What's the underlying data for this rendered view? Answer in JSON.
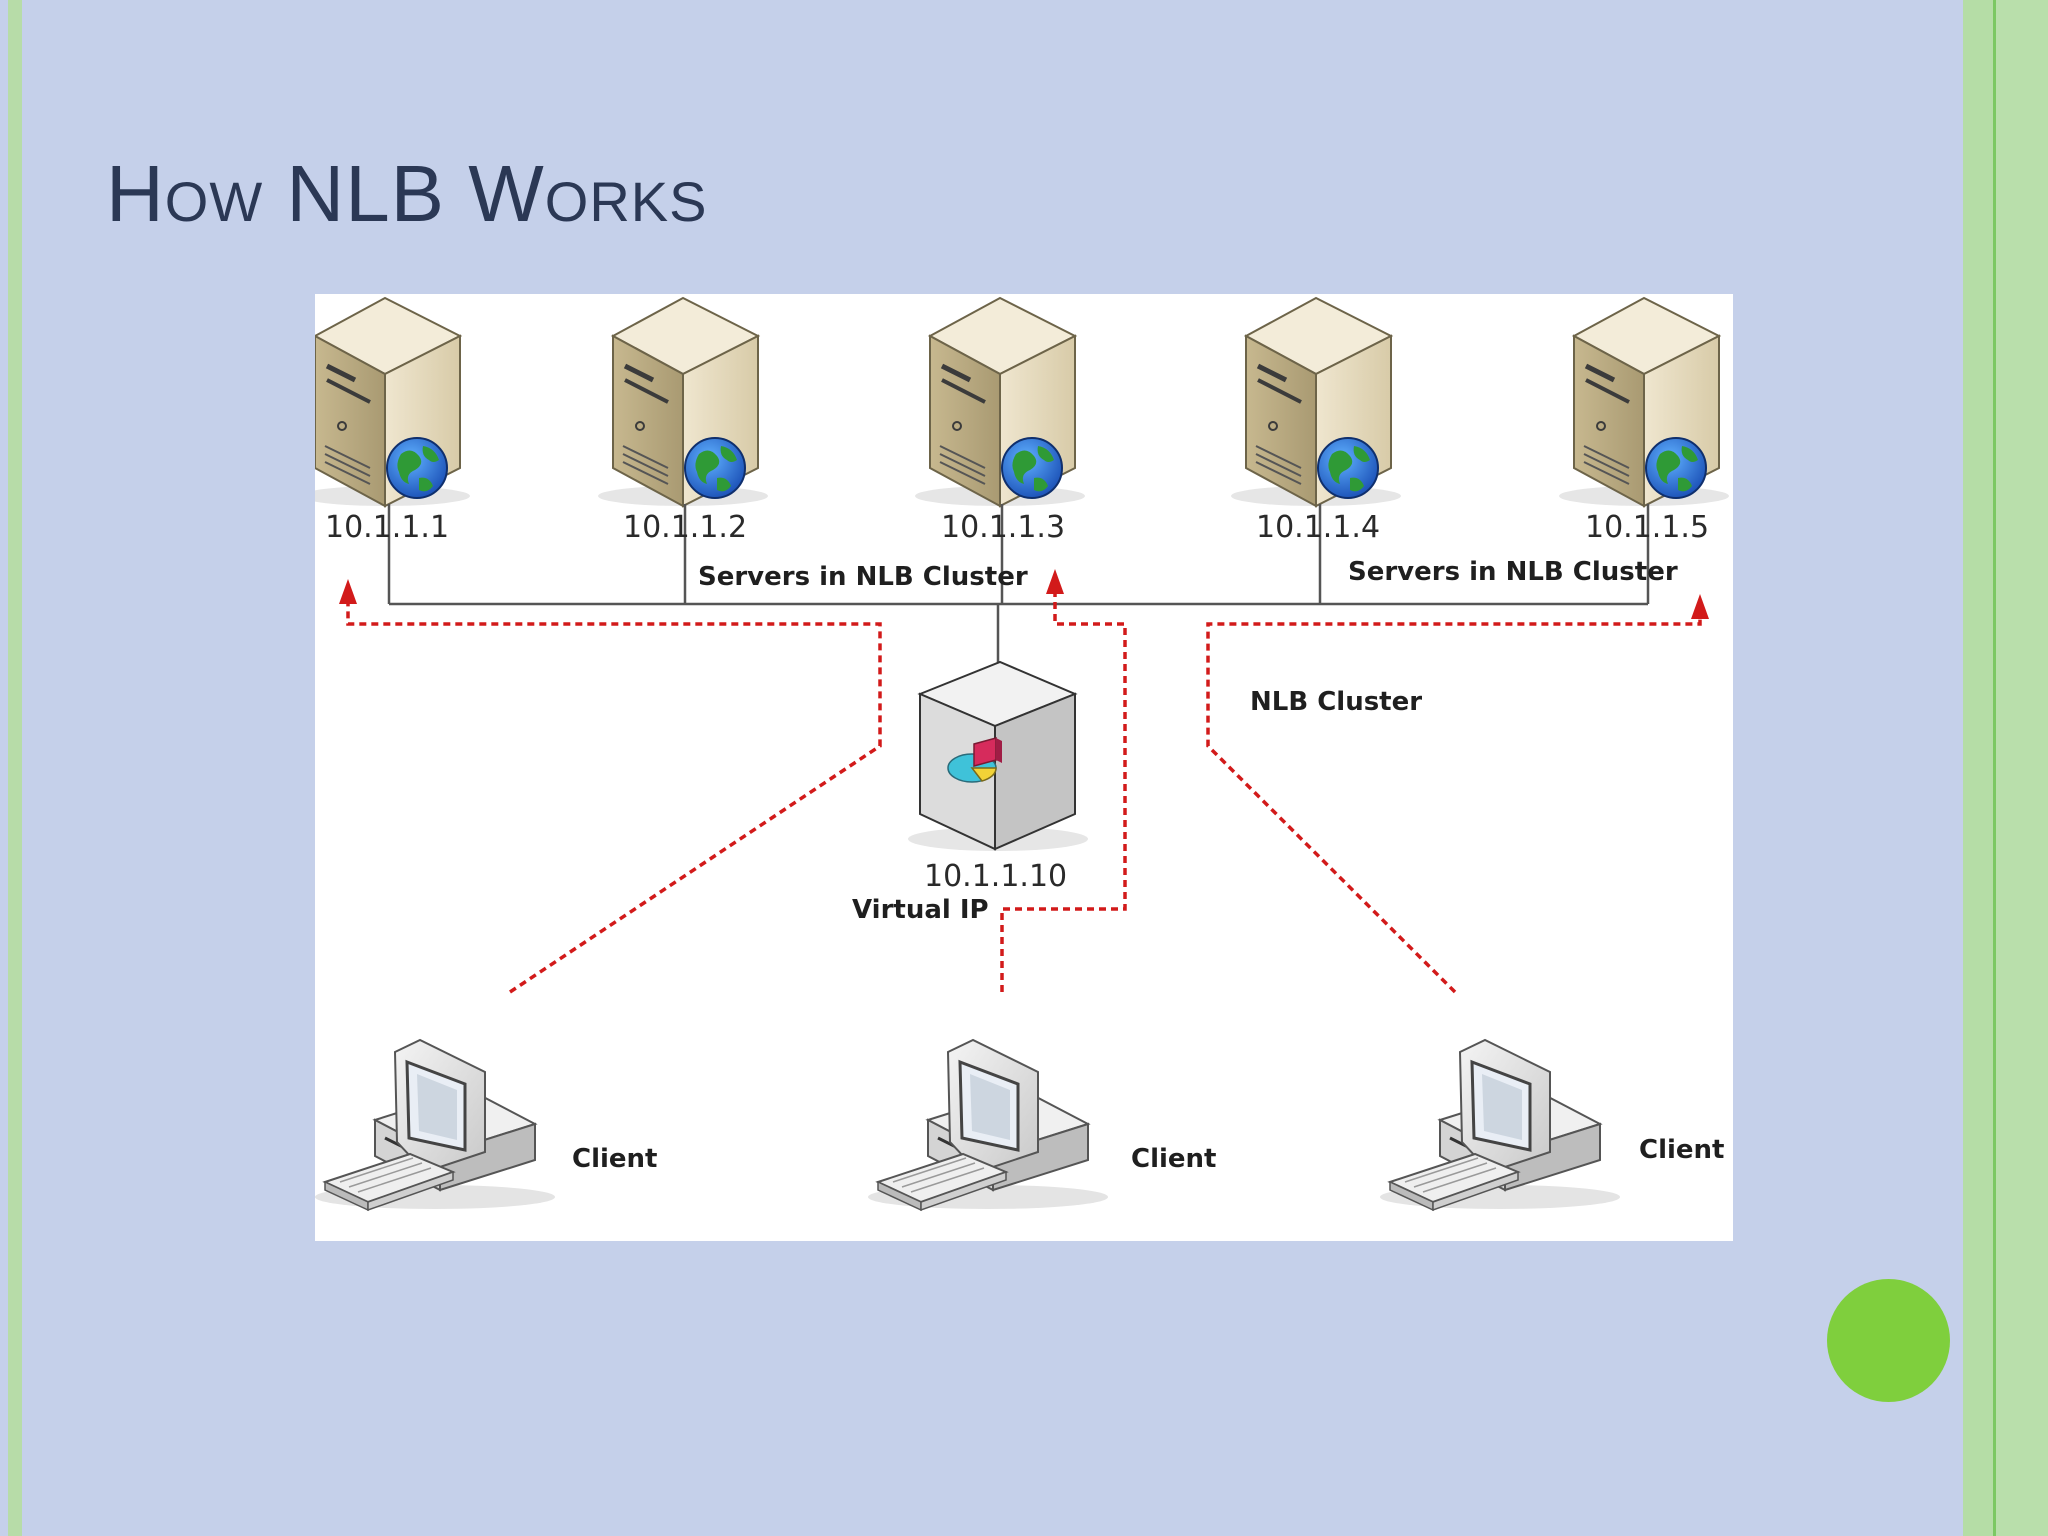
{
  "slide": {
    "title": "How NLB Works"
  },
  "diagram": {
    "servers": [
      {
        "ip": "10.1.1.1"
      },
      {
        "ip": "10.1.1.2"
      },
      {
        "ip": "10.1.1.3"
      },
      {
        "ip": "10.1.1.4"
      },
      {
        "ip": "10.1.1.5"
      }
    ],
    "servers_label_left": "Servers in NLB Cluster",
    "servers_label_right": "Servers in NLB Cluster",
    "cluster_label": "NLB Cluster",
    "load_balancer": {
      "ip": "10.1.1.10",
      "label": "Virtual IP"
    },
    "clients": [
      {
        "label": "Client"
      },
      {
        "label": "Client"
      },
      {
        "label": "Client"
      }
    ],
    "colors": {
      "traffic_line": "#d21a1a",
      "network_line": "#555555"
    }
  }
}
